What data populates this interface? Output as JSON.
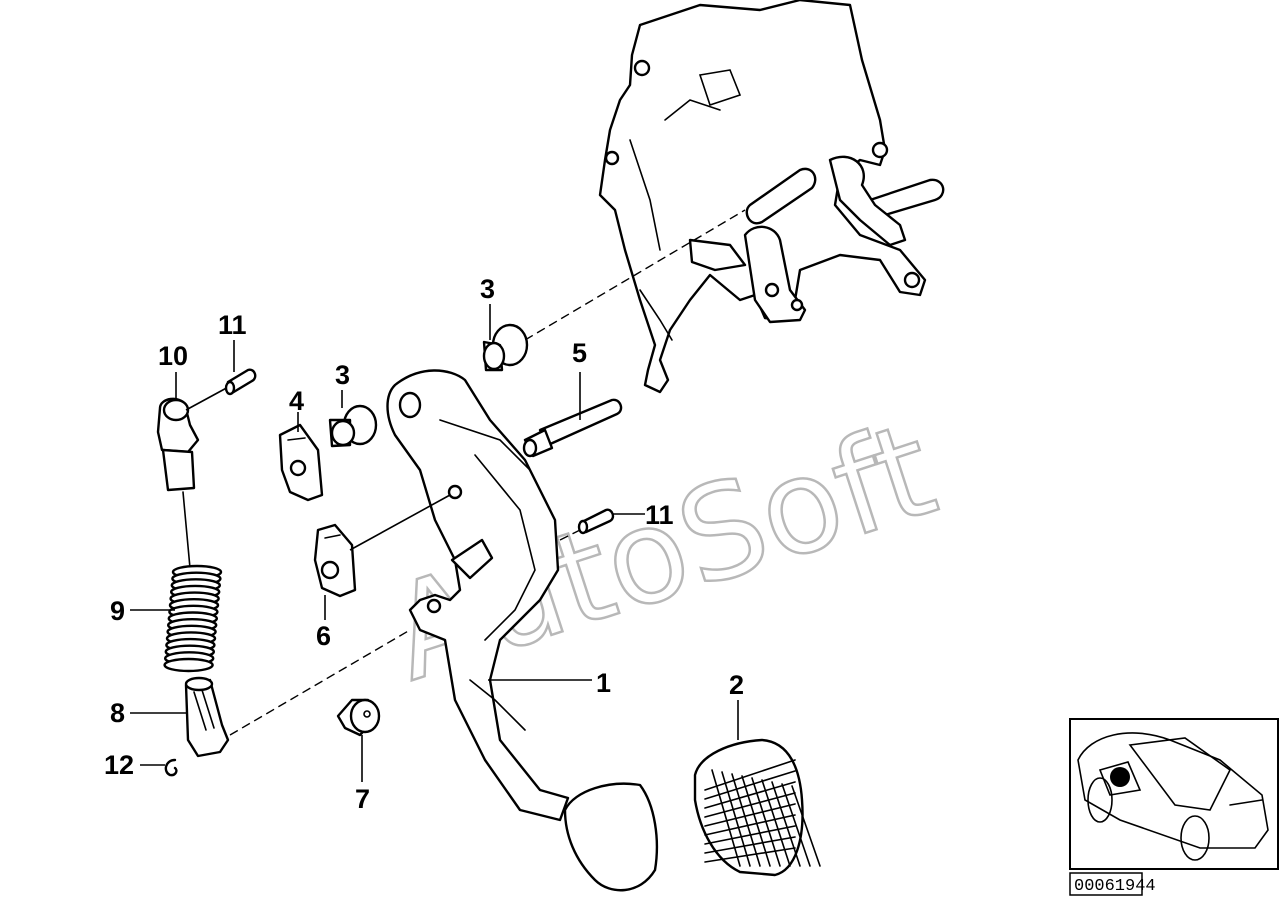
{
  "watermark": "AutoSoft",
  "diagram_number": "00061944",
  "callouts": {
    "pedal": "1",
    "pedal_pad": "2",
    "bushing_upper": "3",
    "bushing_mid": "3",
    "clip_upper": "4",
    "pin": "5",
    "clip_lower": "6",
    "stop_buffer": "7",
    "spring_seat_lower": "8",
    "spring": "9",
    "spring_seat_upper": "10",
    "dowel_left": "11",
    "dowel_right": "11",
    "circlip": "12"
  }
}
